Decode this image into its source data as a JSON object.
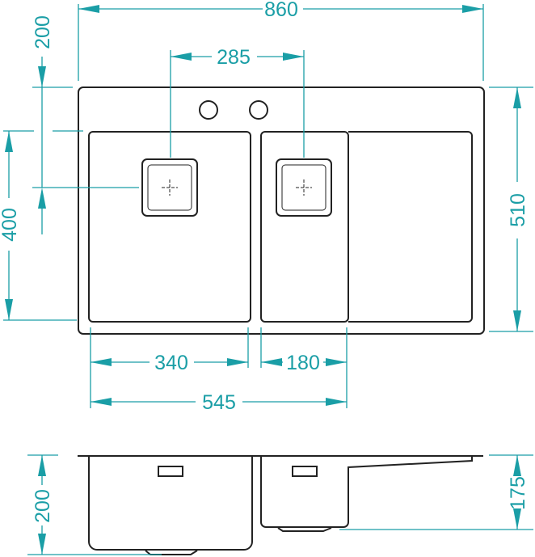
{
  "title": "Double bowl sink with drainer - dimension drawing",
  "colors": {
    "dimension": "#1a9ea6",
    "outline": "#222222"
  },
  "units": "mm",
  "top_view": {
    "overall_width": "860",
    "drain_spacing": "285",
    "edge_to_drain": "200",
    "bowl_depth": "400",
    "overall_depth": "510",
    "left_bowl_width": "340",
    "right_bowl_width": "180",
    "bowls_total_width": "545"
  },
  "side_view": {
    "left_bowl_height": "200",
    "right_bowl_height": "175"
  }
}
